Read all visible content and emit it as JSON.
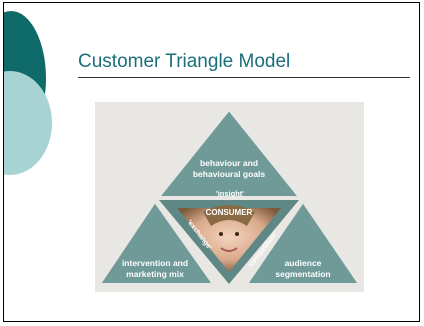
{
  "slide": {
    "title": "Customer Triangle Model"
  },
  "diagram": {
    "top_label_line1": "behaviour and",
    "top_label_line2": "behavioural goals",
    "left_label_line1": "intervention and",
    "left_label_line2": "marketing mix",
    "right_label_line1": "audience",
    "right_label_line2": "segmentation",
    "insight_label": "'insight'",
    "center_label": "CONSUMER",
    "exchange_label": "'exchange'",
    "competition_label": "'competition'"
  },
  "colors": {
    "triangle": "#6f9a98",
    "triangle_dark": "#5e8785",
    "background_panel": "#e9e7e3",
    "text_light": "#ffffff"
  }
}
